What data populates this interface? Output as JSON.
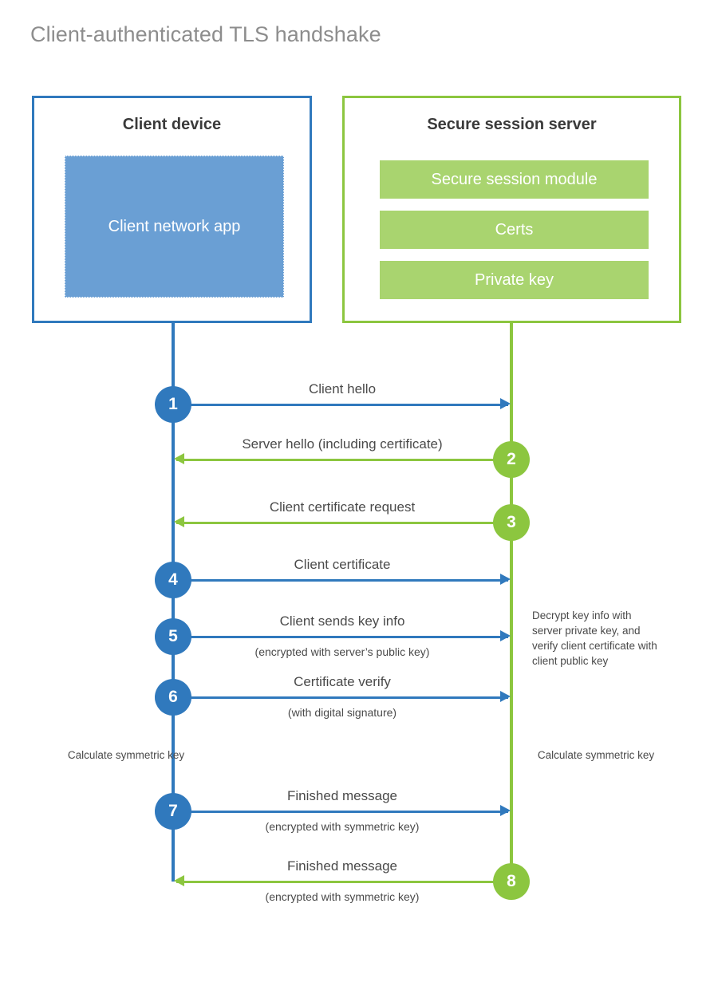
{
  "title": "Client-authenticated TLS handshake",
  "colors": {
    "client_blue": "#3079bd",
    "client_app_fill": "#6a9fd4",
    "server_green": "#8cc63f",
    "server_bar_fill": "#a9d46f",
    "title_gray": "#8d8d8d",
    "text_gray": "#4a4a4a",
    "heading_gray": "#3a3a3a"
  },
  "actors": {
    "client": {
      "title": "Client device",
      "app_label": "Client network app"
    },
    "server": {
      "title": "Secure session server",
      "modules": [
        "Secure session module",
        "Certs",
        "Private key"
      ]
    }
  },
  "steps": [
    {
      "number": "1",
      "label": "Client hello",
      "sublabel": "",
      "direction": "client-to-server",
      "color": "blue"
    },
    {
      "number": "2",
      "label": "Server hello (including certificate)",
      "sublabel": "",
      "direction": "server-to-client",
      "color": "green"
    },
    {
      "number": "3",
      "label": "Client certificate request",
      "sublabel": "",
      "direction": "server-to-client",
      "color": "green"
    },
    {
      "number": "4",
      "label": "Client certificate",
      "sublabel": "",
      "direction": "client-to-server",
      "color": "blue"
    },
    {
      "number": "5",
      "label": "Client sends key info",
      "sublabel": "(encrypted with server’s public key)",
      "direction": "client-to-server",
      "color": "blue"
    },
    {
      "number": "6",
      "label": "Certificate verify",
      "sublabel": "(with digital signature)",
      "direction": "client-to-server",
      "color": "blue"
    },
    {
      "number": "7",
      "label": "Finished message",
      "sublabel": "(encrypted with symmetric key)",
      "direction": "client-to-server",
      "color": "blue"
    },
    {
      "number": "8",
      "label": "Finished message",
      "sublabel": "(encrypted with symmetric key)",
      "direction": "server-to-client",
      "color": "green"
    }
  ],
  "annotations": {
    "server_decrypt": "Decrypt key info with server private key, and verify client certificate with client public key",
    "client_calculate": "Calculate symmetric key",
    "server_calculate": "Calculate symmetric key"
  }
}
